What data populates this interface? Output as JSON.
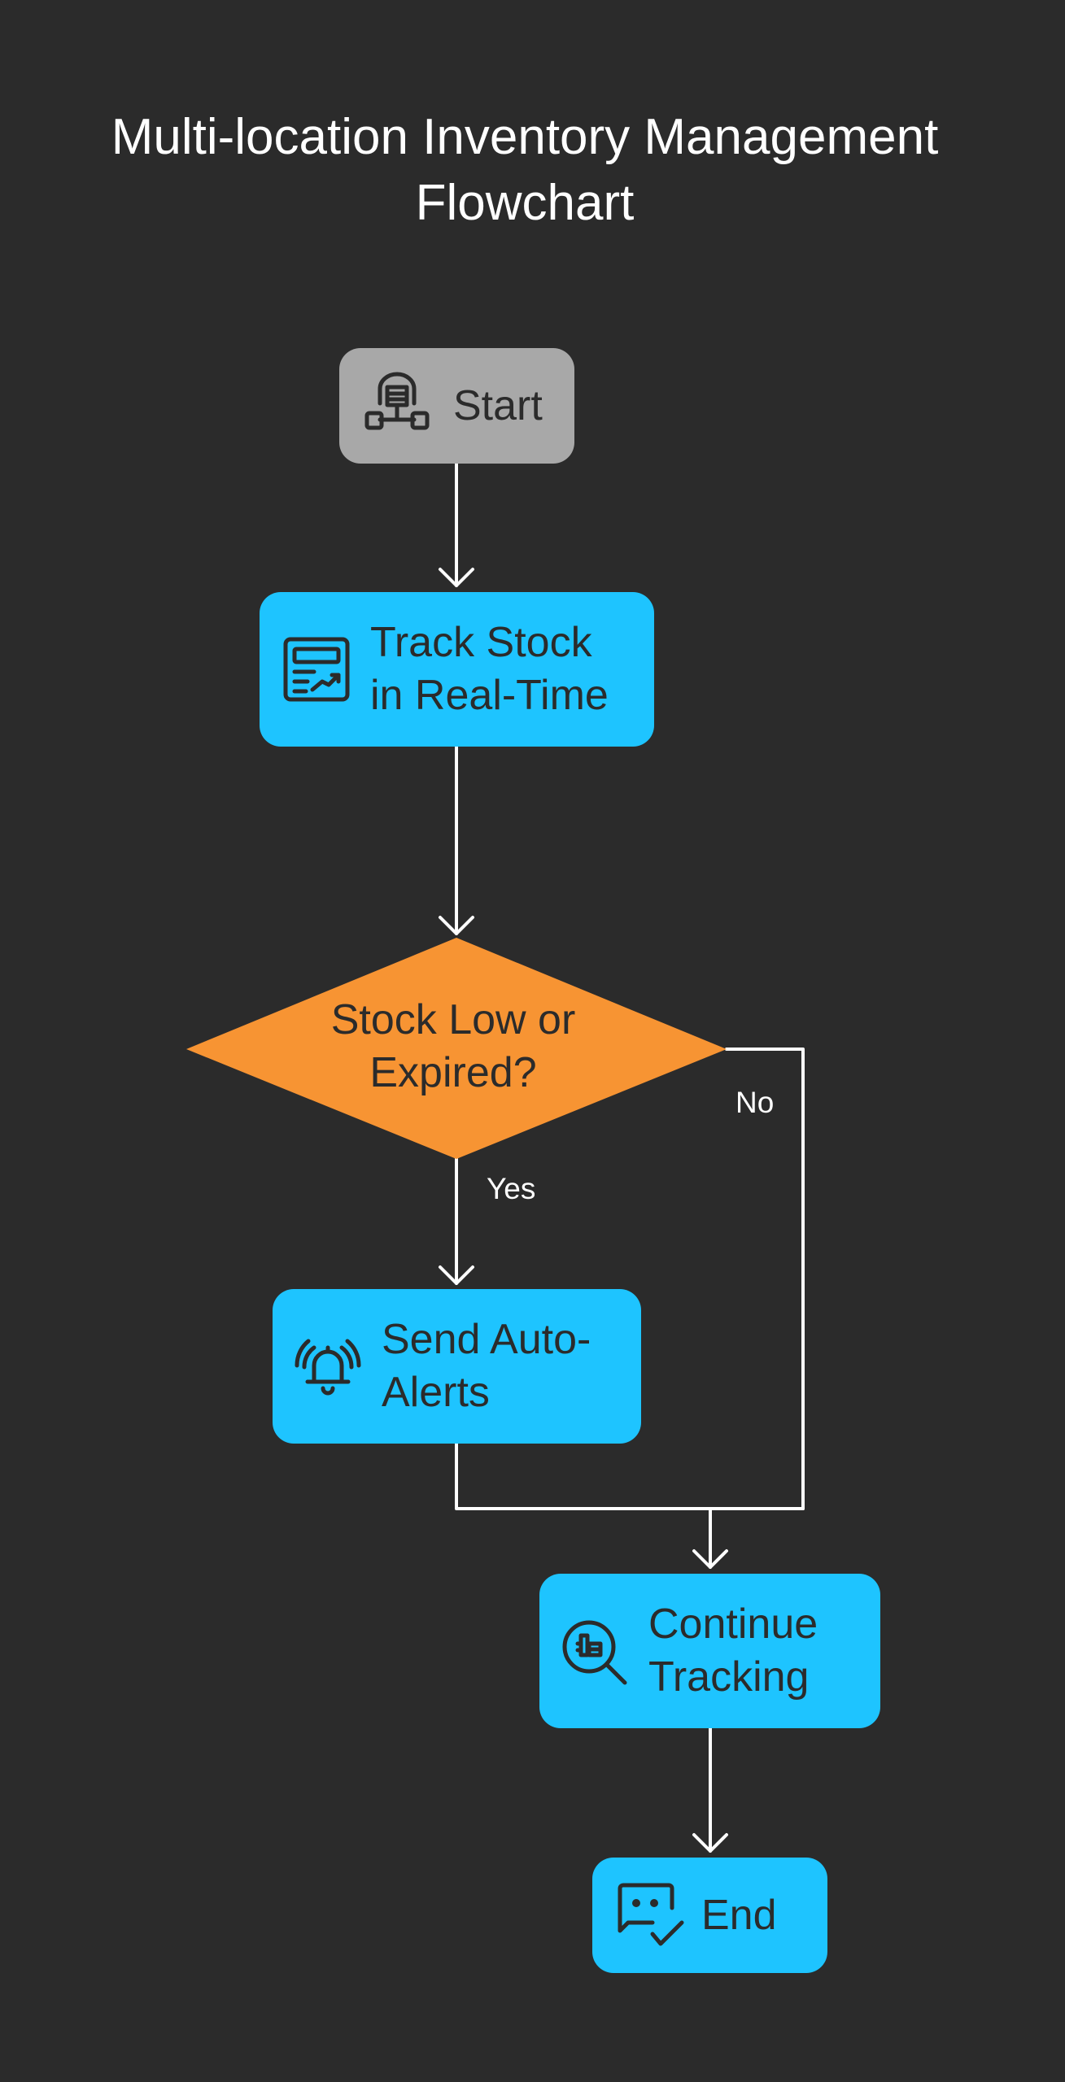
{
  "title": {
    "line1": "Multi-location Inventory Management",
    "line2": "Flowchart"
  },
  "nodes": {
    "start": {
      "label": "Start",
      "icon": "warehouse-network-icon"
    },
    "track_stock": {
      "line1": "Track Stock",
      "line2": "in Real-Time",
      "icon": "dashboard-chart-icon"
    },
    "decision": {
      "line1": "Stock Low or",
      "line2": "Expired?"
    },
    "send_alerts": {
      "line1": "Send Auto-",
      "line2": "Alerts",
      "icon": "bell-ringing-icon"
    },
    "continue_tracking": {
      "line1": "Continue",
      "line2": "Tracking",
      "icon": "search-analytics-icon"
    },
    "end": {
      "label": "End",
      "icon": "chat-check-icon"
    }
  },
  "edges": {
    "yes_label": "Yes",
    "no_label": "No"
  },
  "colors": {
    "background": "#2b2b2b",
    "start_fill": "#a8a8a8",
    "process_fill": "#1ec4ff",
    "decision_fill": "#f79433",
    "line": "#ffffff",
    "text_dark": "#2b2b2b"
  }
}
